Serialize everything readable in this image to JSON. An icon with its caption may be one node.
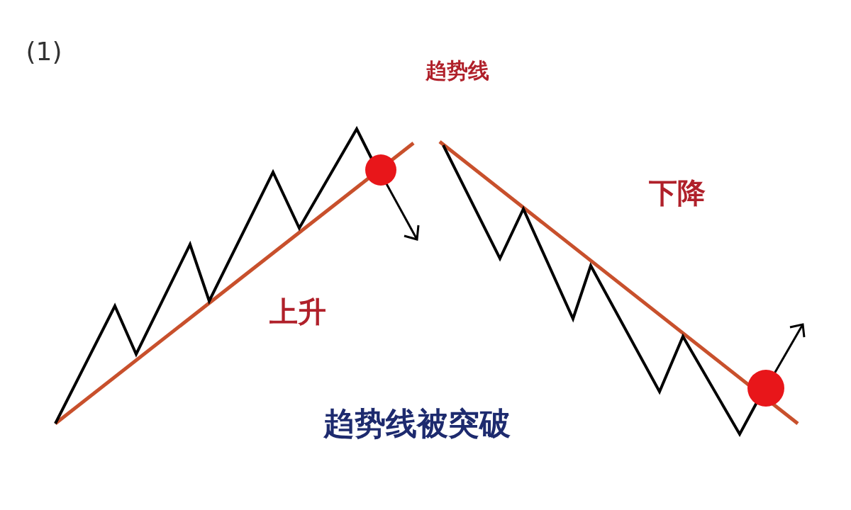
{
  "diagram": {
    "caption": "趋势线被突破",
    "labels": [
      "(1)",
      "趋势线",
      "上升",
      "下降"
    ]
  }
}
